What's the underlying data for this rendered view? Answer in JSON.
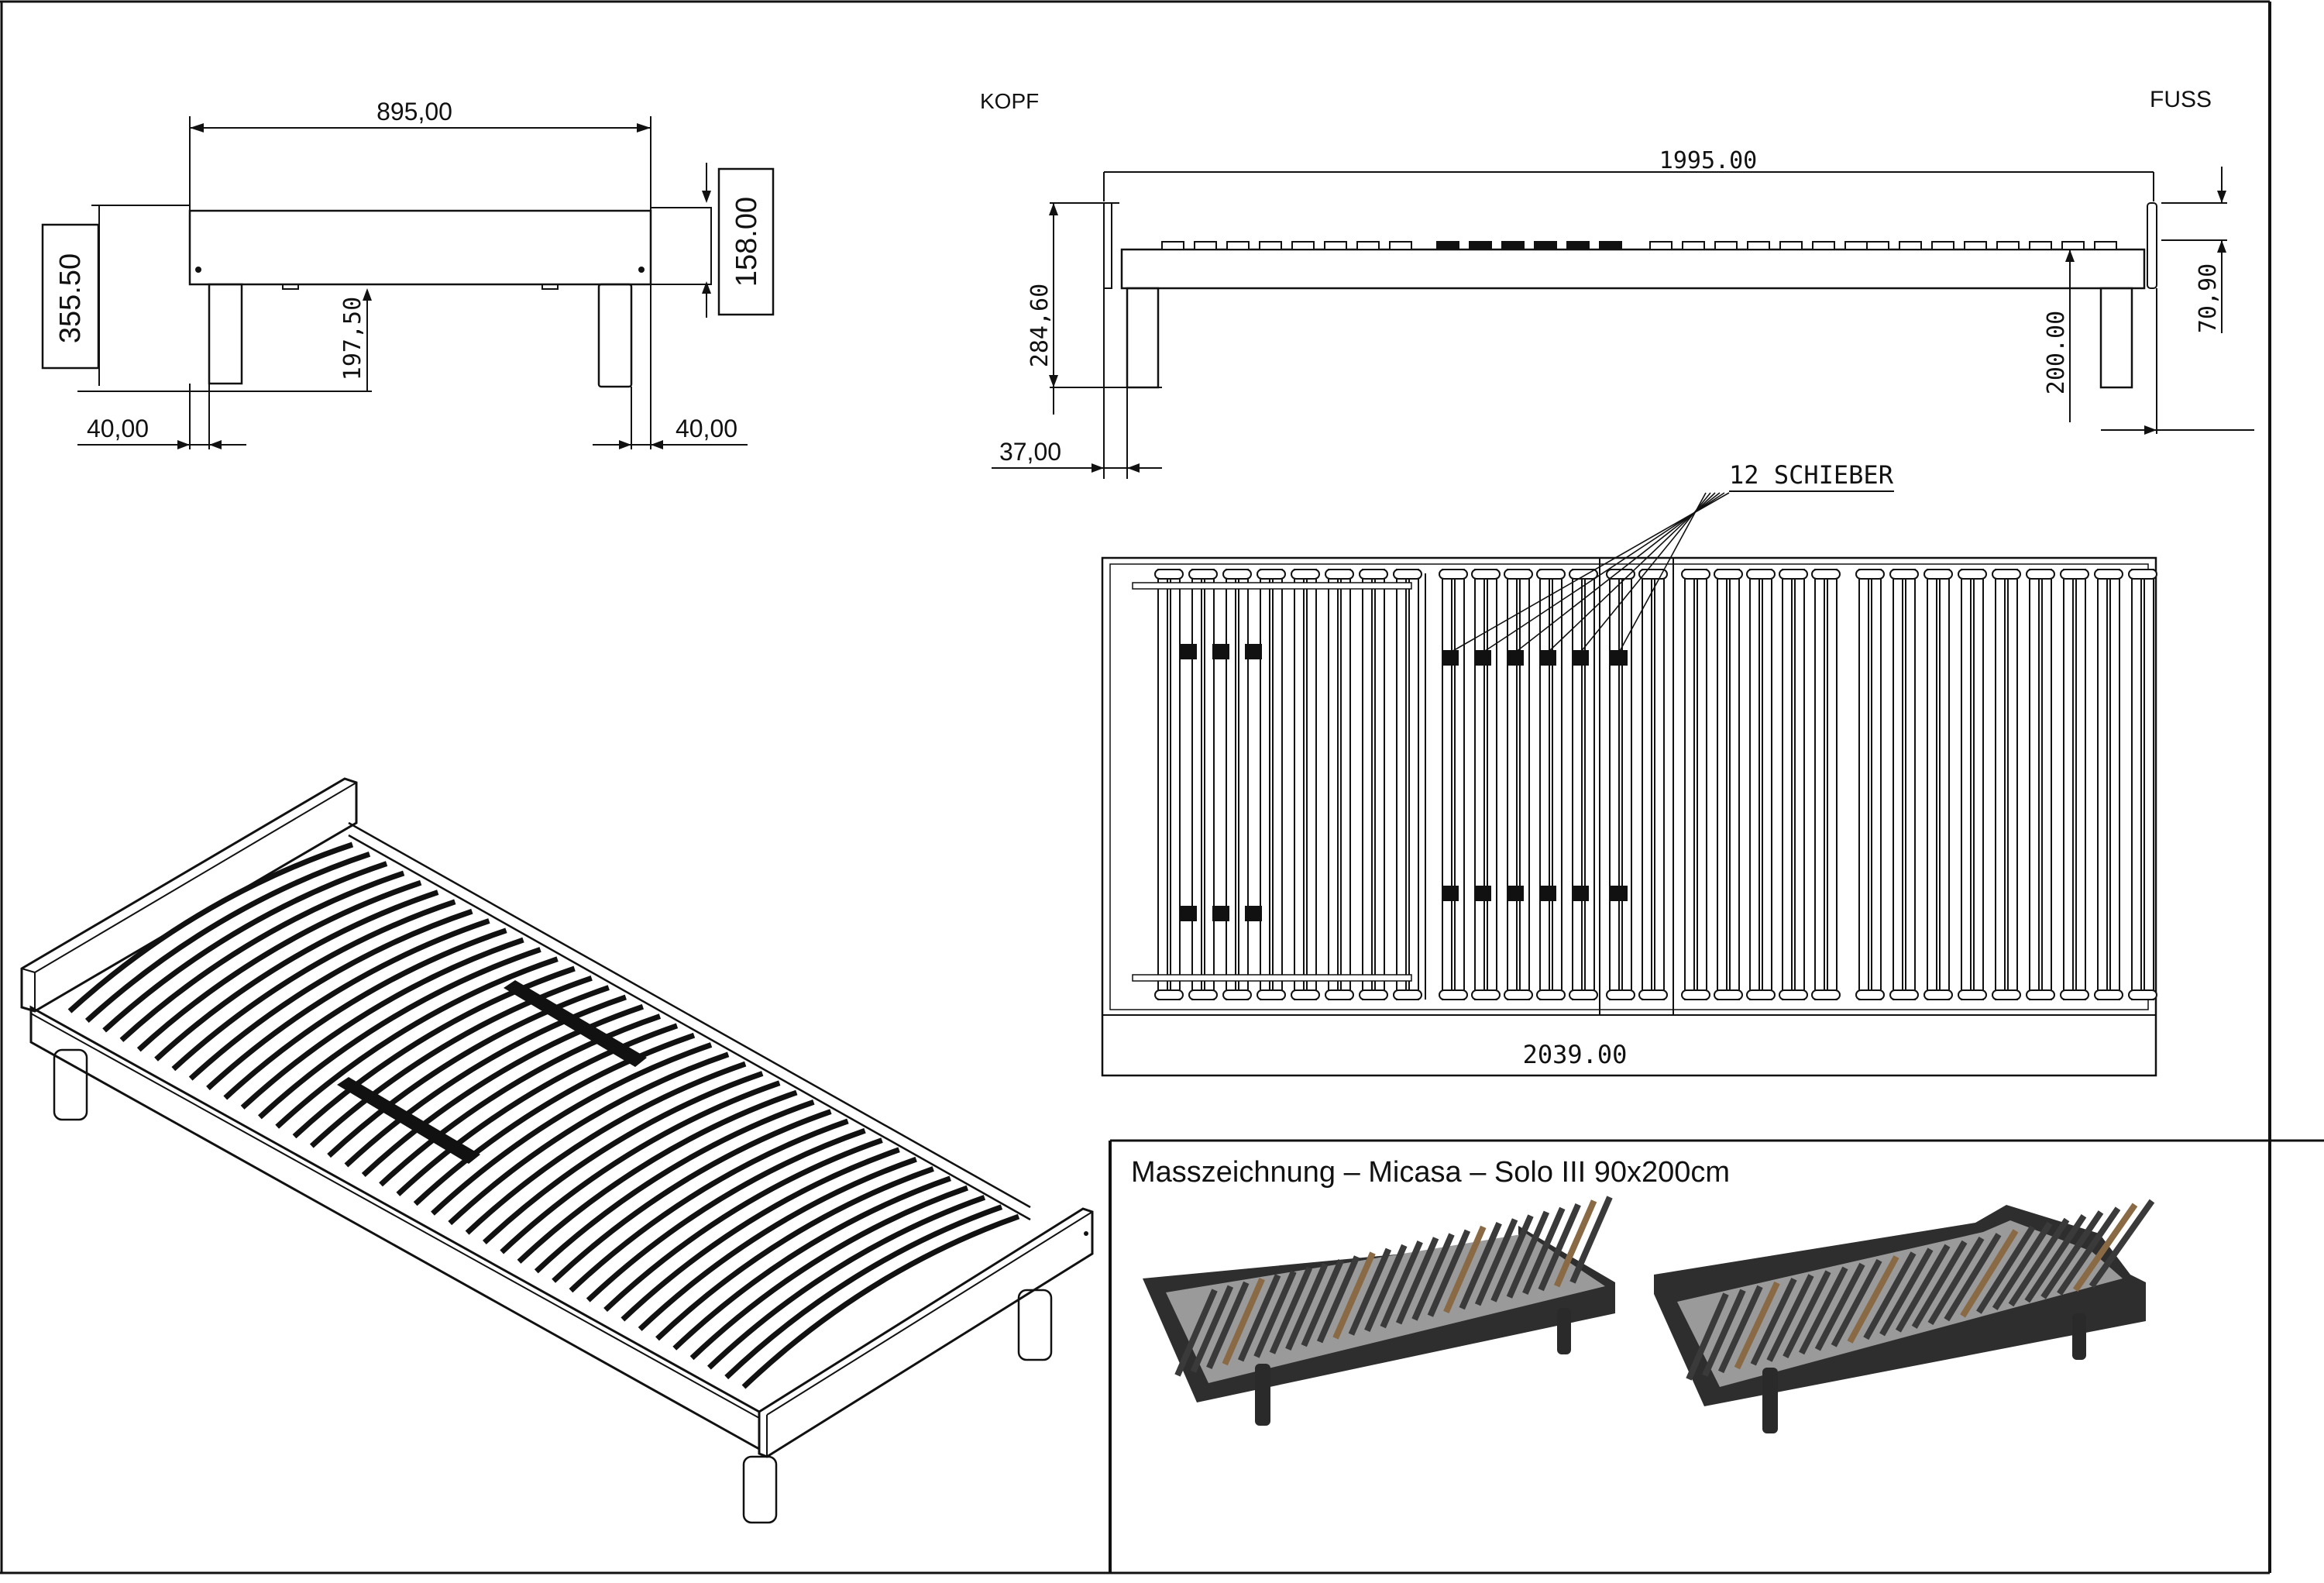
{
  "sheet_title": "Masszeichnung – Micasa – Solo III 90x200cm",
  "front_view": {
    "width": "895,00",
    "total_height": "355.50",
    "frame_height": "158.00",
    "leg_height": "197,50",
    "leg_offset_left": "40,00",
    "leg_offset_right": "40,00"
  },
  "side_view": {
    "head_label": "KOPF",
    "foot_label": "FUSS",
    "length": "1995.00",
    "height": "284,60",
    "leg_height": "200.00",
    "end_board_height": "70,90",
    "end_offset": "37,00"
  },
  "top_view": {
    "overall_length": "2039.00",
    "slider_callout": "12 SCHIEBER"
  },
  "colors": {
    "line": "#111111",
    "background": "#ffffff",
    "wood_slat": "#8a6a45",
    "metal_frame": "#3a3a3a"
  }
}
